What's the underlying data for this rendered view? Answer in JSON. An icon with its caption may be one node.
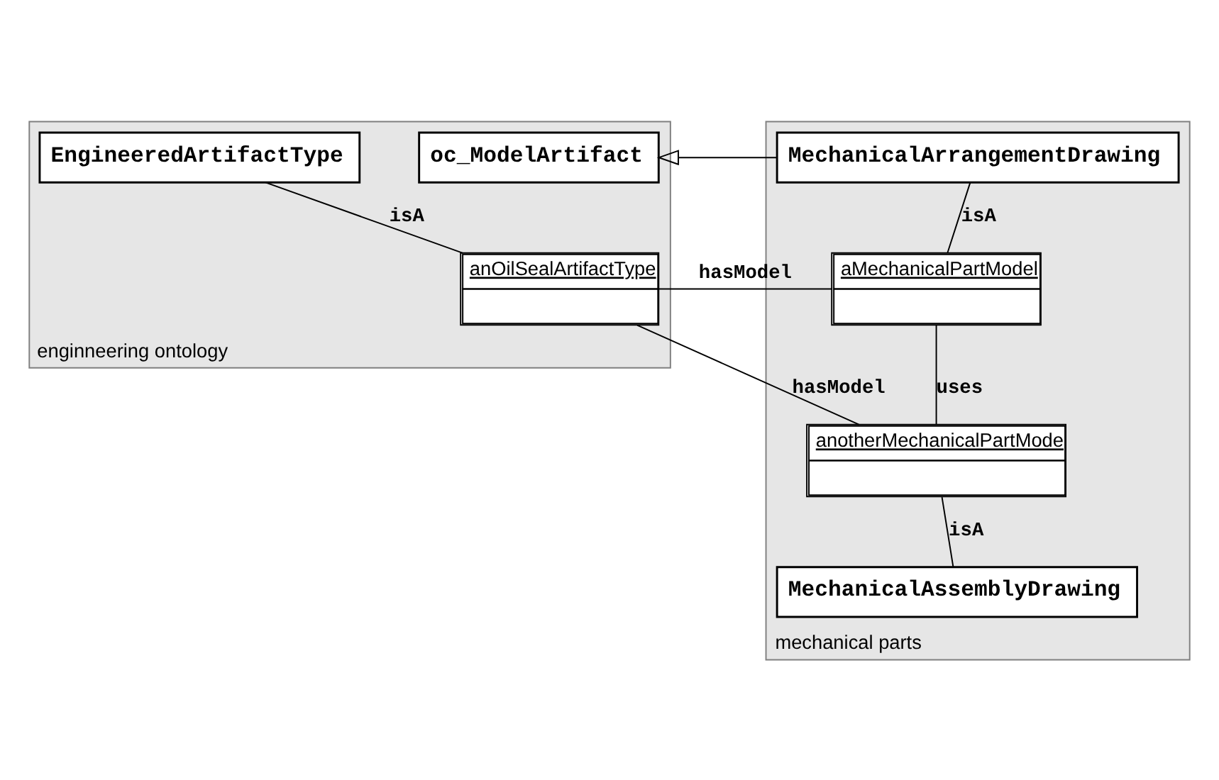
{
  "diagram": {
    "nodes": [
      {
        "text": [
          "enginneering ontology"
        ]
      },
      {
        "text": [
          "oc_ModelArtifact"
        ],
        "in": 0
      },
      {
        "text": [
          "EngineeredArtifactType"
        ],
        "in": 0
      },
      {
        "text": [
          "anOilSealArtifactType"
        ],
        "in": 0
      },
      {
        "text": [
          "mechanical parts"
        ]
      },
      {
        "text": [
          "MechanicalArrangementDrawing"
        ],
        "in": 4
      },
      {
        "text": [
          "aMechanicalPartModel"
        ],
        "in": 4
      },
      {
        "text": [
          "anotherMechanicalPartMode"
        ],
        "in": 4
      },
      {
        "text": [
          "MechanicalAssemblyDrawing"
        ],
        "in": 4
      }
    ],
    "edges": [
      {
        "from": 5,
        "to": 1,
        "arrow": "to"
      },
      {
        "from": 2,
        "to": 3,
        "arrow": "none",
        "label": "isA"
      },
      {
        "from": 3,
        "to": 6,
        "arrow": "none",
        "label": "hasModel"
      },
      {
        "from": 5,
        "to": 6,
        "arrow": "none",
        "label": "isA"
      },
      {
        "from": 6,
        "to": 7,
        "arrow": "none",
        "label": "uses"
      },
      {
        "from": 3,
        "to": 7,
        "arrow": "none",
        "label": "hasModel"
      },
      {
        "from": 7,
        "to": 8,
        "arrow": "none",
        "label": "isA"
      }
    ]
  }
}
